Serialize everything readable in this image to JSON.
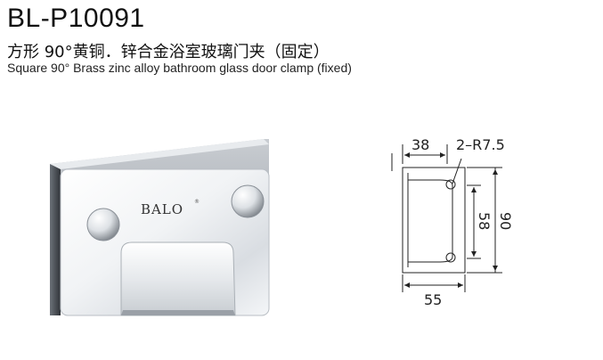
{
  "product": {
    "model": "BL-P10091",
    "title_cn": "方形 90°黄铜．锌合金浴室玻璃门夹（固定）",
    "title_en": "Square 90° Brass zinc alloy bathroom glass door clamp (fixed)"
  },
  "photo": {
    "brand": "BALO",
    "brand_mark": "®"
  },
  "drawing": {
    "depth_label": "38",
    "radius_label": "2–R7.5",
    "inner_height_label": "58",
    "outer_height_label": "90",
    "width_label": "55"
  }
}
